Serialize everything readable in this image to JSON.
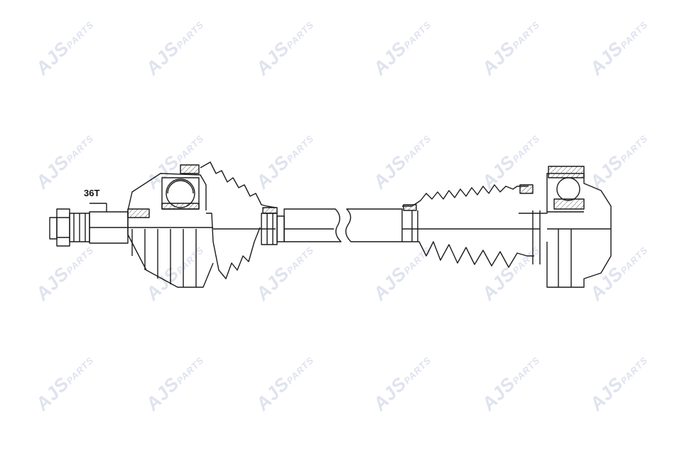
{
  "watermark": {
    "brand_main": "AJS",
    "brand_sub": "PARTS",
    "color": "#dfe3ee"
  },
  "annotations": {
    "spline_count": "36T"
  },
  "colors": {
    "line": "#1a1a1a",
    "hatch": "#555555",
    "background": "#ffffff"
  }
}
